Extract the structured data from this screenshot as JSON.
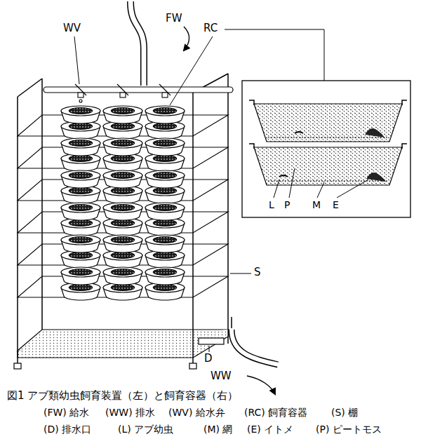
{
  "diagram": {
    "caption": "図1 アブ類幼虫飼育装置（左）と飼育容器（右）",
    "labels": [
      "WV",
      "FW",
      "RC",
      "S",
      "D",
      "WW",
      "L",
      "P",
      "M",
      "E",
      "(FW) 給水",
      "(WW) 排水",
      "(WV) 給水弁",
      "(RC) 飼育容器",
      "(S) 棚",
      "(D) 排水口",
      "(L) アブ幼虫",
      "(M) 網",
      "(E) イトメ",
      "(P) ピートモス"
    ]
  }
}
